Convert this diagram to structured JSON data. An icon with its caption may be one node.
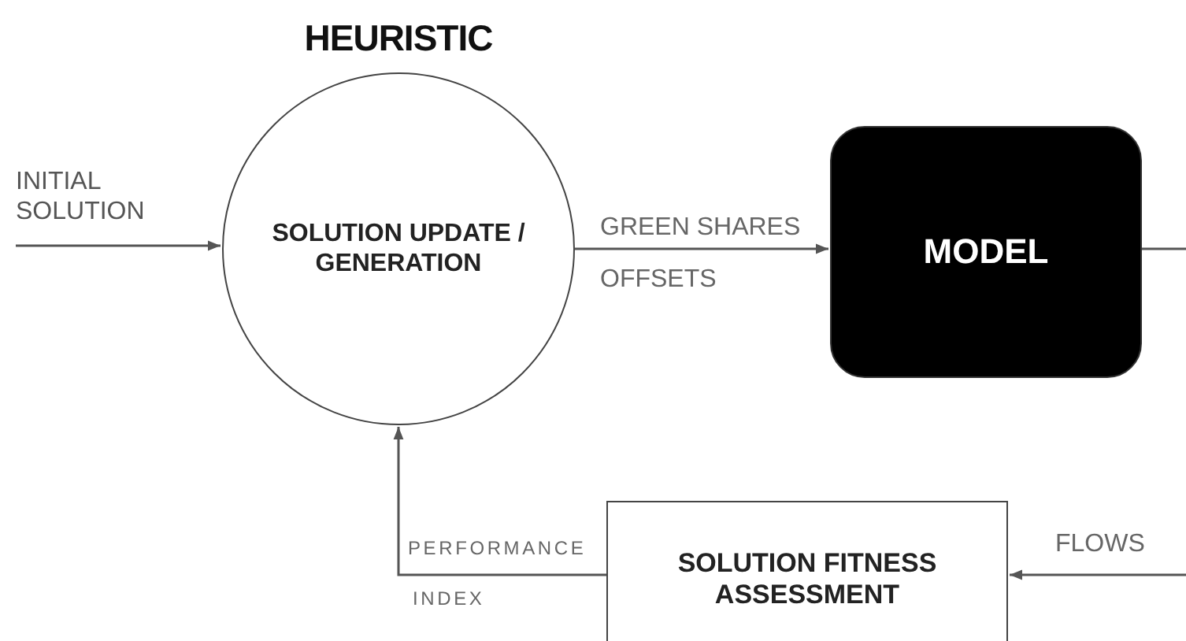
{
  "diagram": {
    "nodes": [
      {
        "text": [
          "HEURISTIC",
          "SOLUTION UPDATE / GENERATION"
        ]
      },
      {
        "text": [
          "MODEL"
        ]
      },
      {
        "text": [
          "SOLUTION FITNESS ASSESSMENT"
        ]
      },
      {
        "text": [
          "INITIAL SOLUTION"
        ]
      }
    ],
    "edges": [
      {
        "from": 3,
        "to": 0,
        "arrow": "to"
      },
      {
        "from": 0,
        "to": 1,
        "arrow": "to",
        "label": "GREEN SHARES"
      },
      {
        "from": 1,
        "to": null,
        "arrow": "none"
      },
      {
        "from": null,
        "to": 2,
        "arrow": "to",
        "label": "FLOWS"
      },
      {
        "from": 2,
        "to": 0,
        "arrow": "to",
        "label": "PERFORMANCE"
      }
    ],
    "labels": [
      "OFFSETS",
      "INDEX"
    ]
  }
}
